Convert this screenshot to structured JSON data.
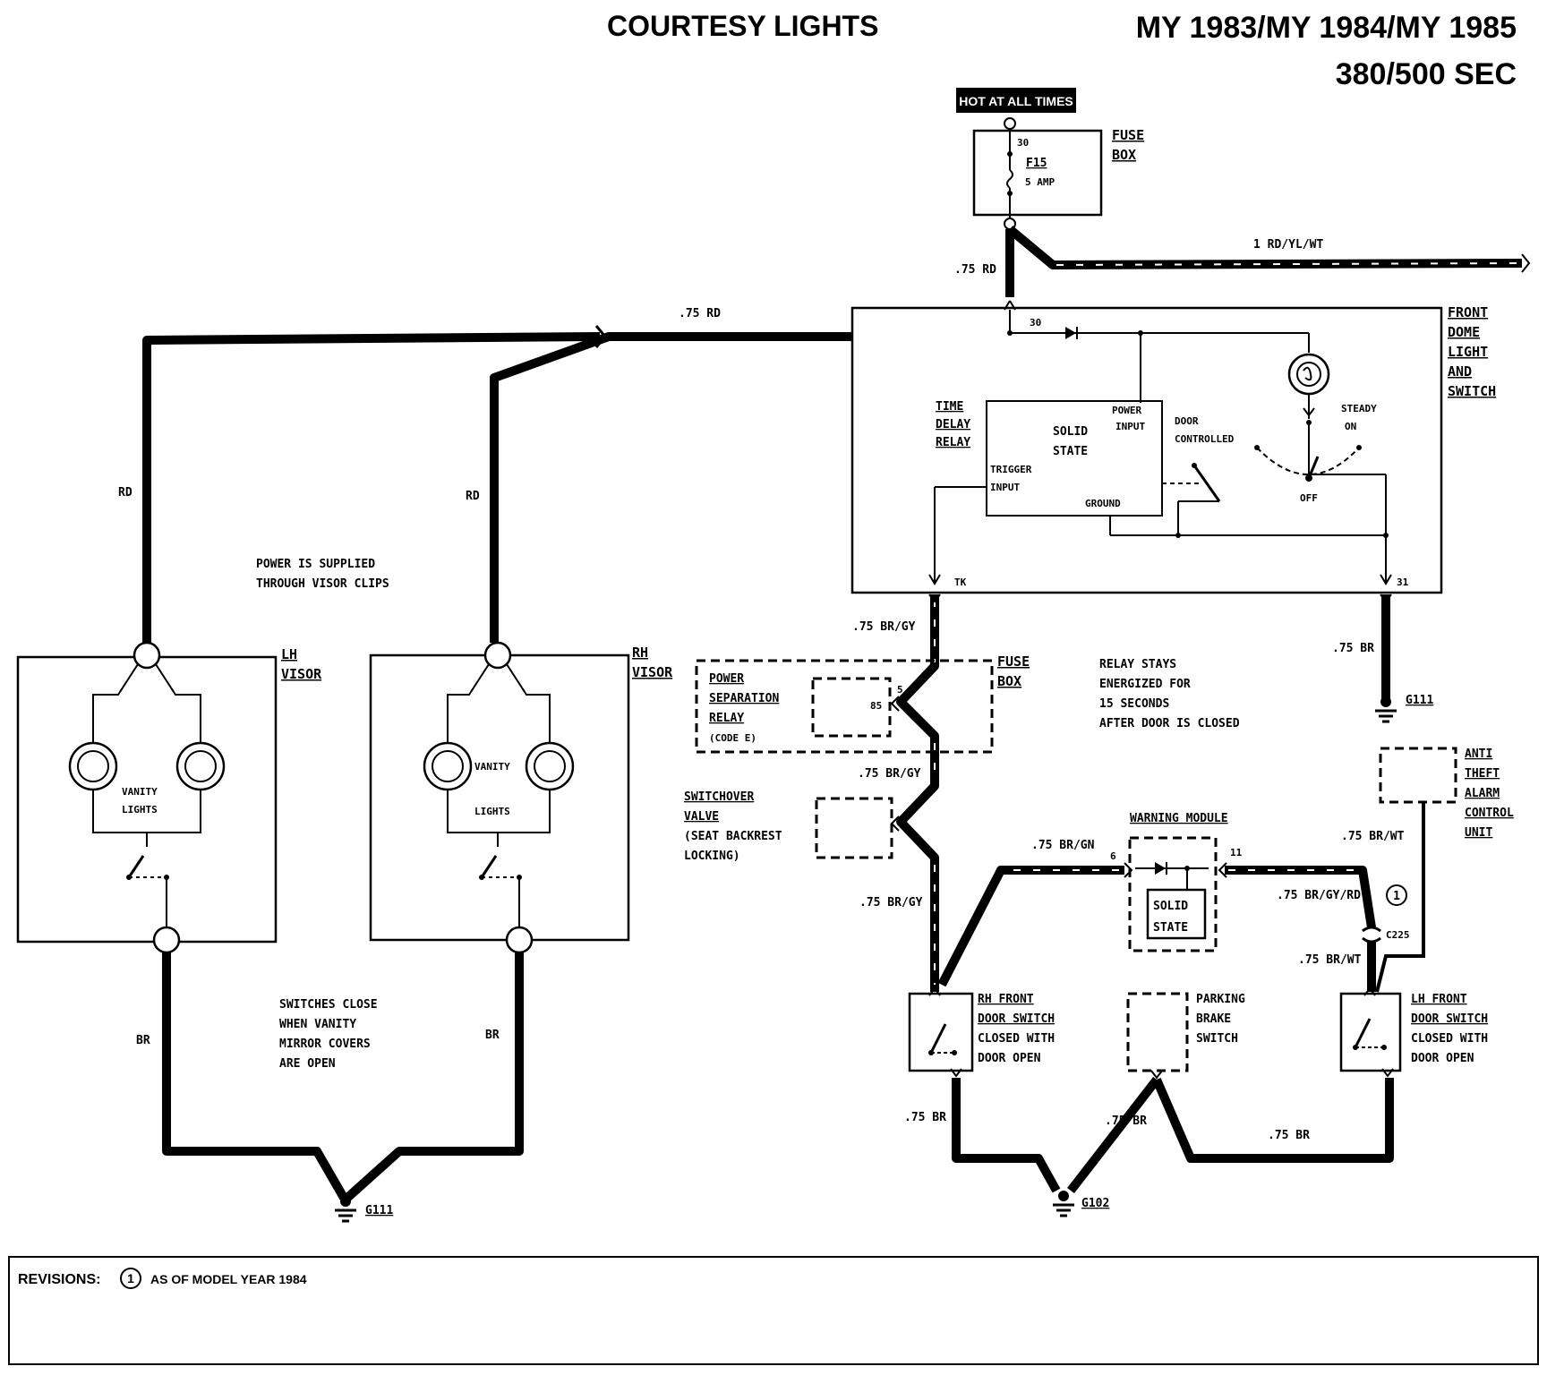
{
  "header": {
    "title": "COURTESY LIGHTS",
    "model_years": "MY 1983/MY 1984/MY 1985",
    "models": "380/500 SEC"
  },
  "power": {
    "hot_label": "HOT AT ALL TIMES",
    "fuse_pin": "30",
    "fuse_name": "F15",
    "fuse_rating": "5 AMP",
    "fuse_box": [
      "FUSE",
      "BOX"
    ],
    "wire_main": "1 RD/YL/WT",
    "wire_feed": ".75 RD"
  },
  "dome": {
    "label": [
      "FRONT",
      "DOME",
      "LIGHT",
      "AND",
      "SWITCH"
    ],
    "pin_in": "30",
    "relay_label": [
      "TIME",
      "DELAY",
      "RELAY"
    ],
    "solid_state": [
      "SOLID",
      "STATE"
    ],
    "power_input": [
      "POWER",
      "INPUT"
    ],
    "trigger_input": [
      "TRIGGER",
      "INPUT"
    ],
    "ground": "GROUND",
    "door_controlled": [
      "DOOR",
      "CONTROLLED"
    ],
    "steady_on": [
      "STEADY",
      "ON"
    ],
    "off": "OFF",
    "pin_tk": "TK",
    "pin_31": "31"
  },
  "visors": {
    "feed_wire": ".75 RD",
    "rd": "RD",
    "note": [
      "POWER IS SUPPLIED",
      "THROUGH VISOR CLIPS"
    ],
    "lh_label": [
      "LH",
      "VISOR"
    ],
    "rh_label": [
      "RH",
      "VISOR"
    ],
    "vanity": [
      "VANITY",
      "LIGHTS"
    ],
    "br": "BR",
    "switch_note": [
      "SWITCHES CLOSE",
      "WHEN VANITY",
      "MIRROR COVERS",
      "ARE OPEN"
    ],
    "ground": "G111"
  },
  "right_side": {
    "wire_brgy": ".75 BR/GY",
    "wire_br": ".75 BR",
    "ground_g111": "G111",
    "relay_note": [
      "RELAY STAYS",
      "ENERGIZED FOR",
      "15 SECONDS",
      "AFTER DOOR IS CLOSED"
    ],
    "psr": [
      "POWER",
      "SEPARATION",
      "RELAY",
      "(CODE E)"
    ],
    "psr_pin": "5",
    "psr_inner": "85",
    "fuse_box2": [
      "FUSE",
      "BOX"
    ],
    "switchover": [
      "SWITCHOVER",
      "VALVE",
      "(SEAT BACKREST",
      "LOCKING)"
    ],
    "warning_module": "WARNING MODULE",
    "wm_solid": [
      "SOLID",
      "STATE"
    ],
    "wm_pin6": "6",
    "wm_pin11": "11",
    "wire_brgn": ".75 BR/GN",
    "wire_brgyrd": ".75 BR/GY/RD",
    "wire_brwt": ".75 BR/WT",
    "c225": "C225",
    "rev_mark": "1",
    "anti_theft": [
      "ANTI",
      "THEFT",
      "ALARM",
      "CONTROL",
      "UNIT"
    ],
    "rh_door": [
      "RH FRONT",
      "DOOR SWITCH",
      "CLOSED WITH",
      "DOOR OPEN"
    ],
    "parking": [
      "PARKING",
      "BRAKE",
      "SWITCH"
    ],
    "lh_door": [
      "LH FRONT",
      "DOOR SWITCH",
      "CLOSED WITH",
      "DOOR OPEN"
    ],
    "ground_g102": "G102"
  },
  "revisions": {
    "label": "REVISIONS:",
    "mark": "1",
    "text": "AS OF MODEL YEAR 1984"
  }
}
